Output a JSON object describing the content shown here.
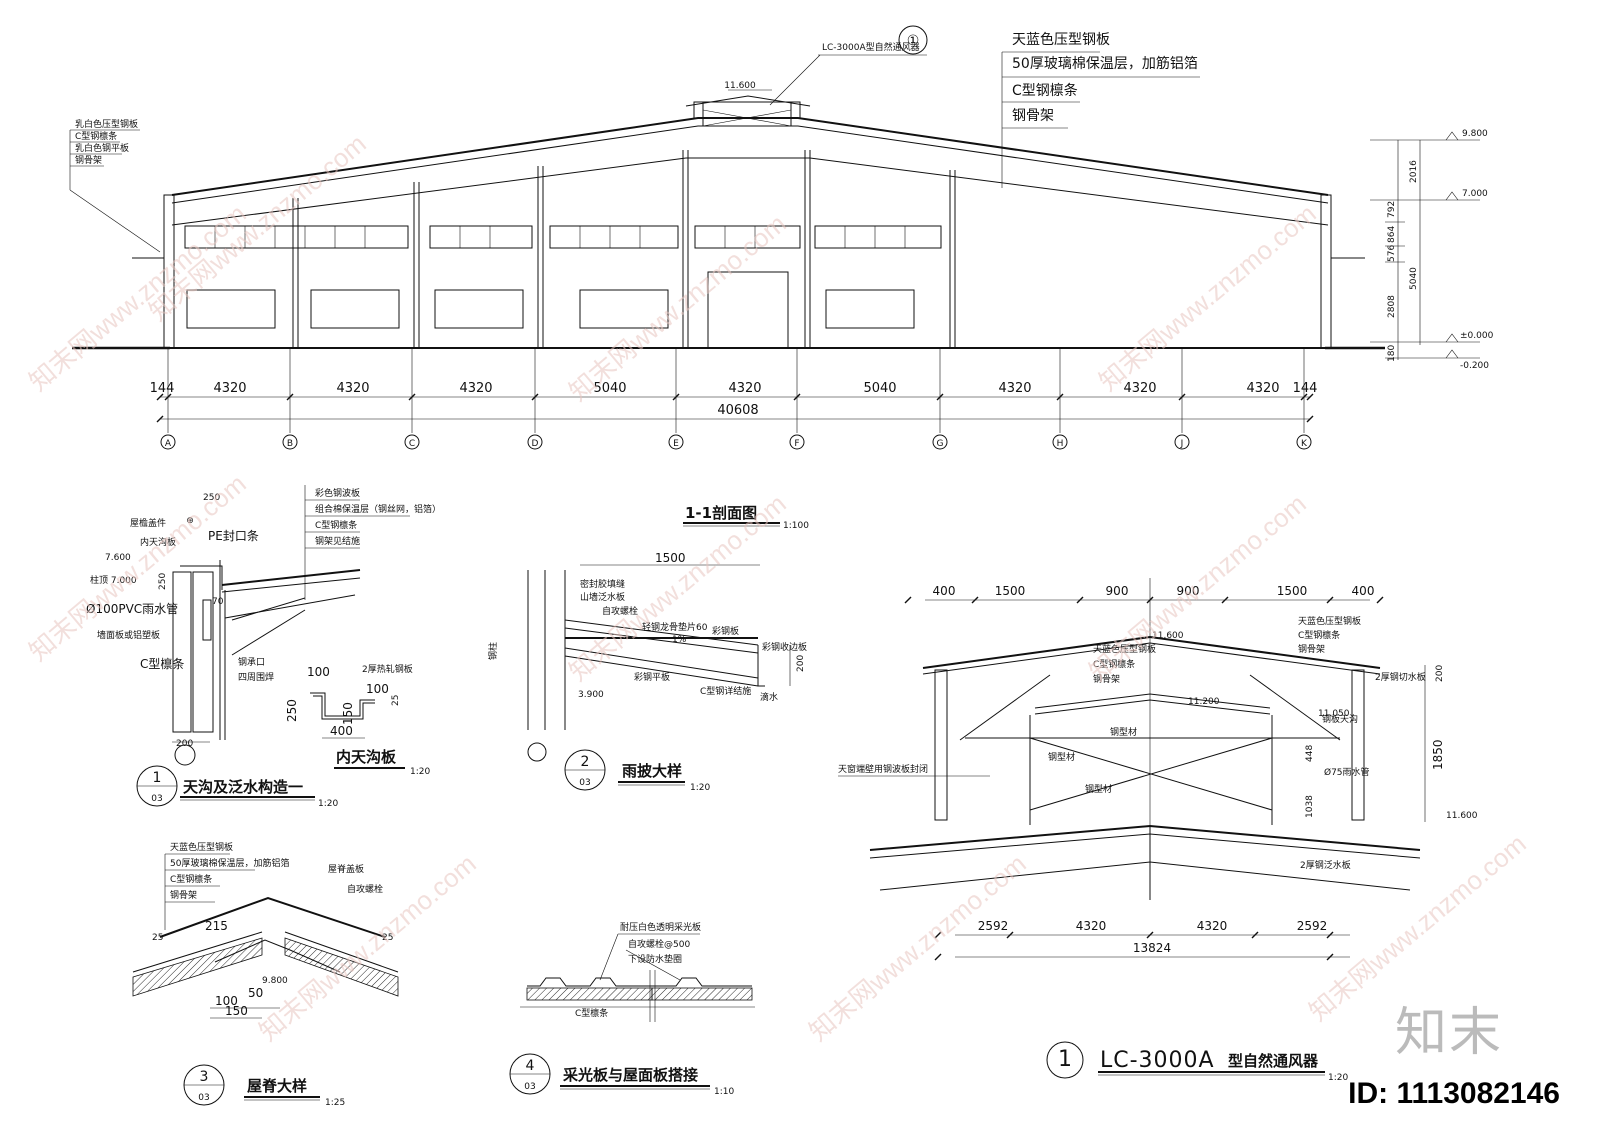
{
  "section": {
    "title": "1-1剖面图",
    "scale": "1:100",
    "grid_spans": [
      "4320",
      "4320",
      "4320",
      "5040",
      "4320",
      "5040",
      "4320",
      "4320",
      "4320"
    ],
    "edge_left": "144",
    "edge_right": "144",
    "total": "40608",
    "axes": [
      "A",
      "B",
      "C",
      "D",
      "E",
      "F",
      "G",
      "H",
      "J",
      "K"
    ],
    "elev": [
      "9.800",
      "7.000",
      "±0.000",
      "-0.200",
      "11.600"
    ],
    "vdims": [
      "2016",
      "5040",
      "2808",
      "792",
      "864",
      "576",
      "180"
    ],
    "roof_notes": [
      "天蓝色压型钢板",
      "50厚玻璃棉保温层，加筋铝箔",
      "C型钢檩条",
      "钢骨架"
    ],
    "wall_notes": [
      "乳白色压型钢板",
      "C型钢檩条",
      "乳白色钢平板",
      "钢骨架"
    ],
    "vent_callout": "LC-3000A型自然通风器",
    "vent_ref": "①"
  },
  "d1": {
    "num": "1",
    "sheet": "03",
    "title": "天沟及泛水构造一",
    "scale": "1:20",
    "notes": [
      "彩色钢波板",
      "组合棉保温层（钢丝网，铝箔）",
      "C型钢檩条",
      "钢架见结施"
    ],
    "labels": [
      "屋檐盖件",
      "内天沟板",
      "7.600",
      "柱顶 7.000",
      "Ø100PVC雨水管",
      "墙面板或铝塑板",
      "C型檩条",
      "PE封口条",
      "钢承口",
      "四周围焊"
    ],
    "dims": [
      "250",
      "250",
      "70",
      "200"
    ],
    "gutter_title": "内天沟板",
    "gutter_scale": "1:20",
    "gutter_note": "2厚热轧钢板",
    "gutter_dims": [
      "100",
      "100",
      "250",
      "150",
      "400",
      "25"
    ]
  },
  "d2": {
    "num": "2",
    "sheet": "03",
    "title": "雨披大样",
    "scale": "1:20",
    "labels": [
      "密封胶填缝",
      "山墙泛水板",
      "自攻螺栓",
      "轻钢龙骨垫片60",
      "彩钢板",
      "钢柱",
      "彩钢平板",
      "C型钢详结施",
      "彩钢收边板",
      "滴水",
      "3.900",
      "1%"
    ],
    "dims": [
      "1500",
      "200"
    ]
  },
  "d3": {
    "num": "3",
    "sheet": "03",
    "title": "屋脊大样",
    "scale": "1:25",
    "notes": [
      "天蓝色压型钢板",
      "50厚玻璃棉保温层，加筋铝箔",
      "C型钢檩条",
      "钢骨架"
    ],
    "labels": [
      "屋脊盖板",
      "自攻螺栓",
      "9.800"
    ],
    "dims": [
      "215",
      "100",
      "50",
      "150",
      "25",
      "25"
    ]
  },
  "d4": {
    "num": "4",
    "sheet": "03",
    "title": "采光板与屋面板搭接",
    "scale": "1:10",
    "labels": [
      "耐压白色透明采光板",
      "自攻螺栓@500",
      "下设防水垫圈",
      "C型檩条"
    ]
  },
  "vent": {
    "num": "1",
    "title_main": "LC-3000A",
    "title_rest": "型自然通风器",
    "scale": "1:20",
    "top_dims": [
      "400",
      "1500",
      "900",
      "900",
      "1500",
      "400"
    ],
    "bottom_dims": [
      "2592",
      "4320",
      "4320",
      "2592"
    ],
    "bottom_total": "13824",
    "vdims": [
      "200",
      "1850",
      "448",
      "1038"
    ],
    "elev": [
      "11.600",
      "11.200",
      "11.050",
      "11.600"
    ],
    "labels": [
      "天蓝色压型钢板",
      "C型钢檩条",
      "钢骨架",
      "天蓝色压型钢板",
      "C型钢檩条",
      "钢骨架",
      "2厚钢切水板",
      "钢板天沟",
      "钢型材",
      "钢型材",
      "钢型材",
      "Ø75雨水管",
      "天窗端壁用钢波板封闭",
      "2厚钢泛水板"
    ]
  },
  "watermark": {
    "id": "ID: 1113082146",
    "logo": "知末",
    "site": "知末网www.znzmo.com"
  }
}
